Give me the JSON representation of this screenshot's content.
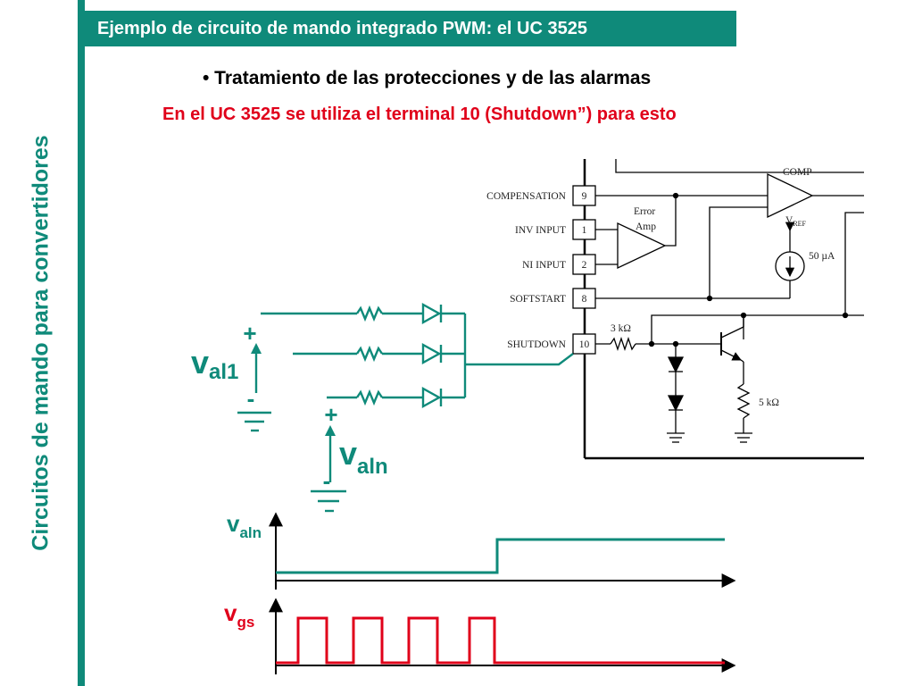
{
  "slide": {
    "title": "Ejemplo de circuito de mando integrado PWM: el UC 3525",
    "bullet": "• Tratamiento de las protecciones y de las alarmas",
    "subtitle": "En el UC 3525 se utiliza el terminal 10 (Shutdown”) para esto",
    "side_title": "Circuitos de mando para convertidores"
  },
  "ic": {
    "pins": [
      {
        "name": "COMPENSATION",
        "num": "9"
      },
      {
        "name": "INV INPUT",
        "num": "1"
      },
      {
        "name": "NI INPUT",
        "num": "2"
      },
      {
        "name": "SOFTSTART",
        "num": "8"
      },
      {
        "name": "SHUTDOWN",
        "num": "10"
      }
    ],
    "comp_label": "COMP",
    "error_amp_1": "Error",
    "error_amp_2": "Amp",
    "vref_main": "V",
    "vref_sub": "REF",
    "current_source": "50 µA",
    "r1": "3 kΩ",
    "r2": "5 kΩ"
  },
  "sources": {
    "v1_main": "v",
    "v1_sub": "al1",
    "vn_main": "v",
    "vn_sub": "aln",
    "plus": "+",
    "minus": "-"
  },
  "waveforms": {
    "valn_main": "v",
    "valn_sub": "aln",
    "vgs_main": "v",
    "vgs_sub": "gs"
  },
  "colors": {
    "accent": "#0f8a7a",
    "alert": "#e0001a",
    "ink": "#000000"
  }
}
